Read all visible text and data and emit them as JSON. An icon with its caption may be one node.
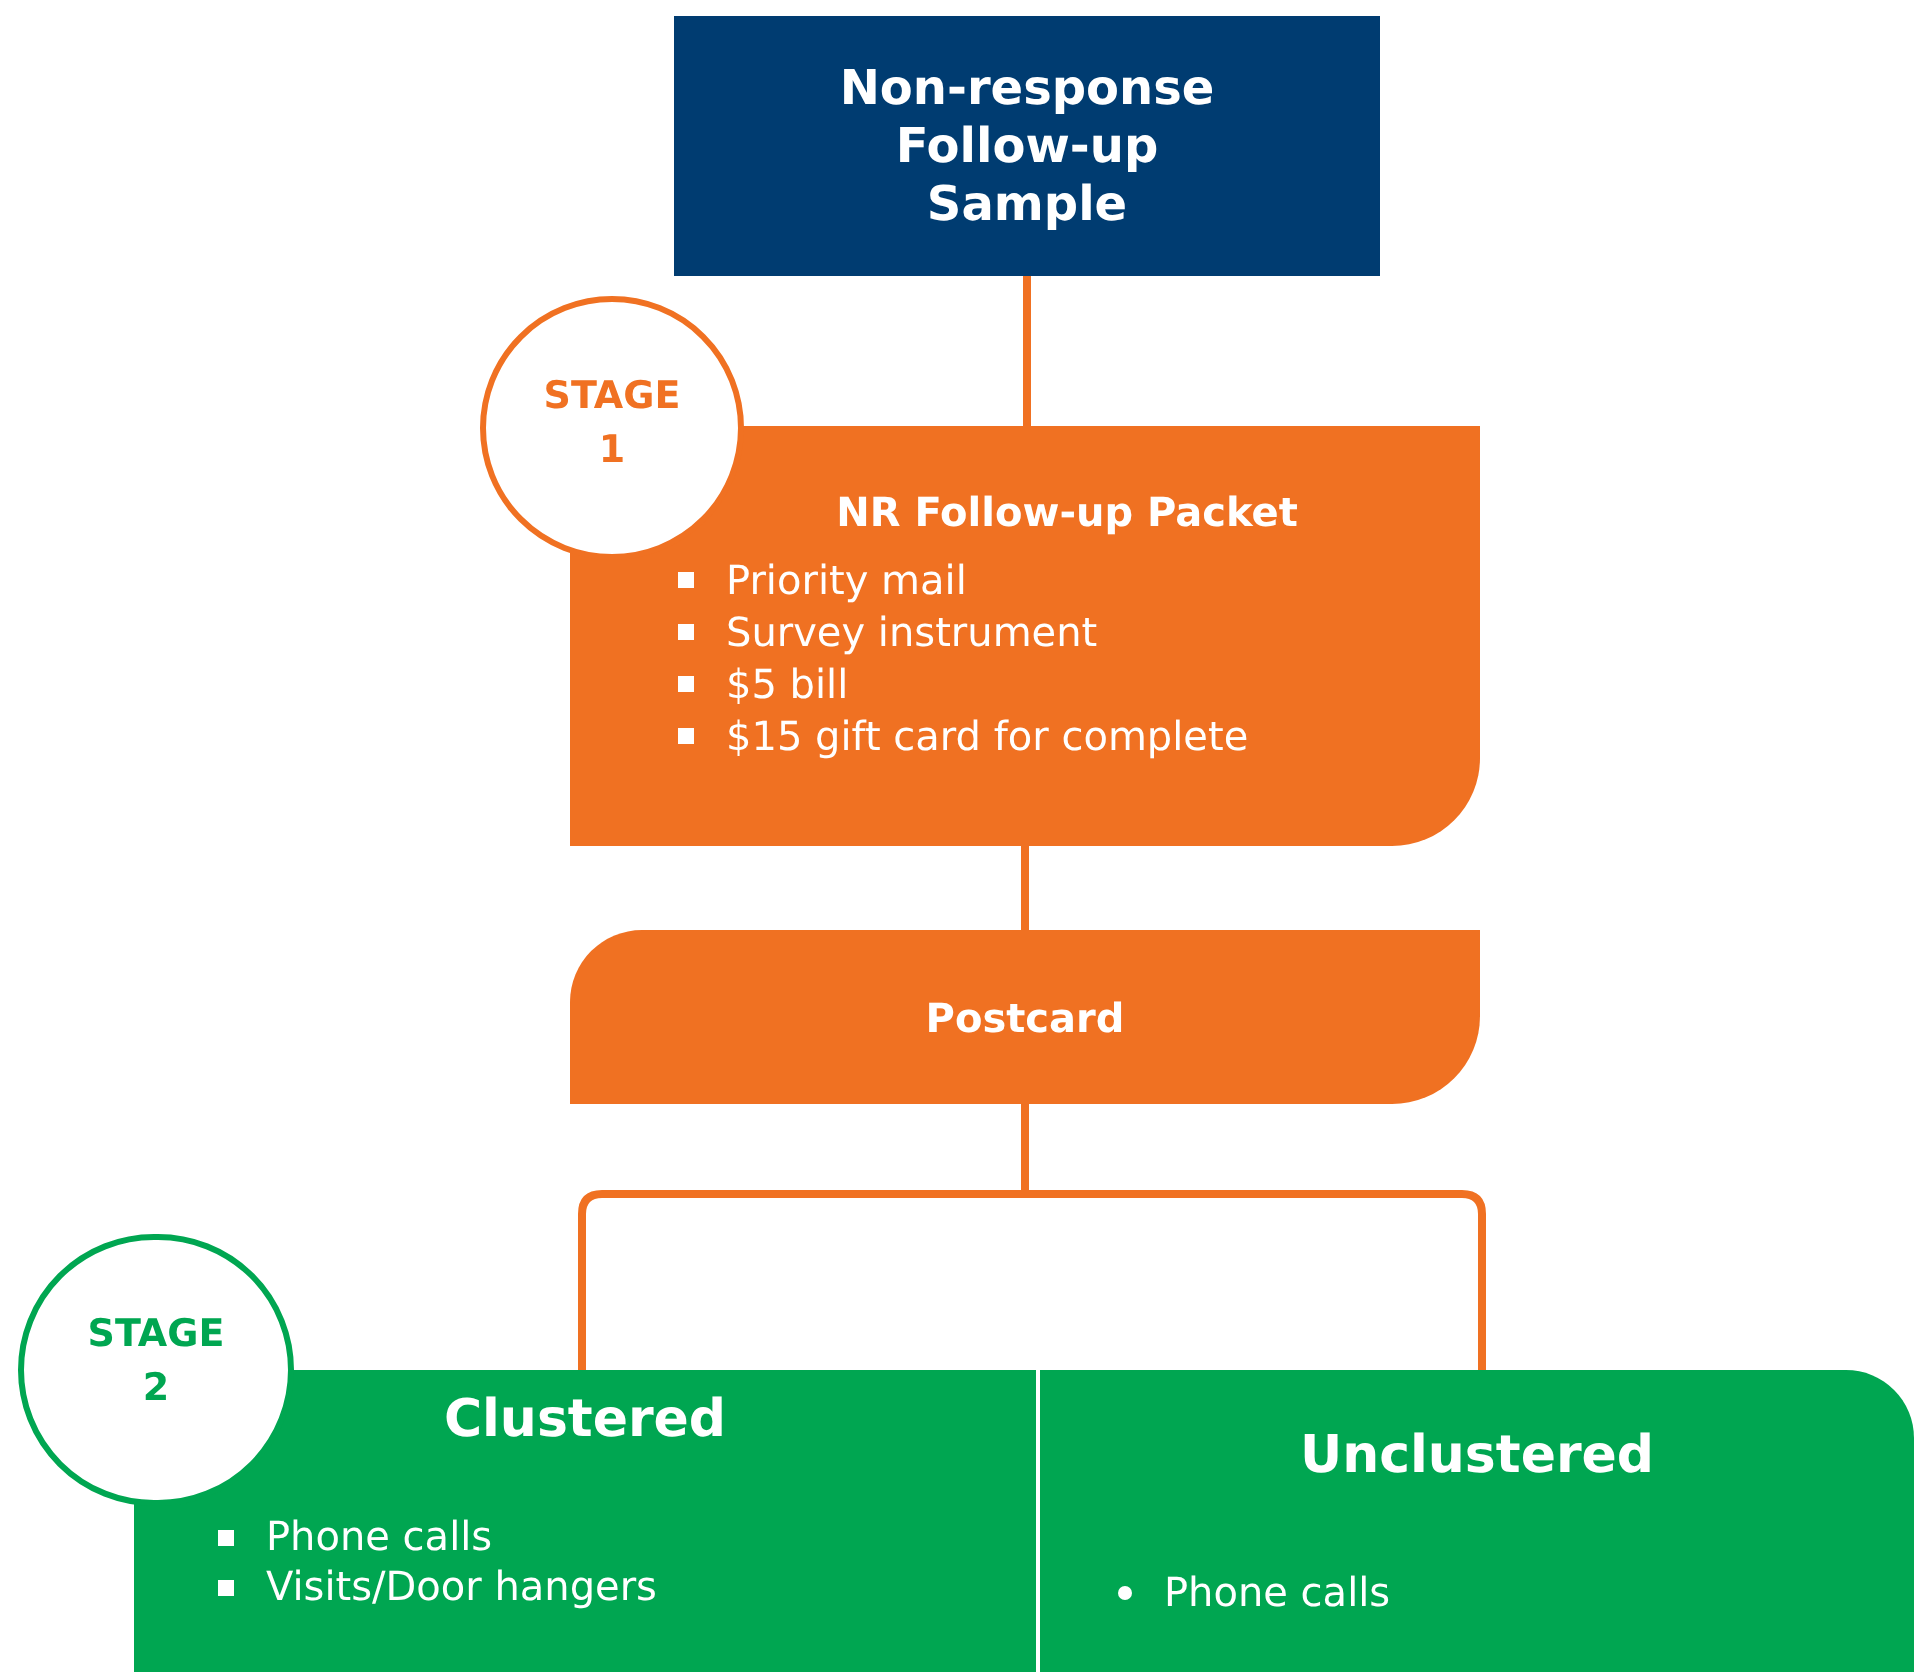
{
  "diagram": {
    "nodes": [
      {
        "text": [
          "Non-response Follow-up Sample"
        ]
      },
      {
        "text": [
          "STAGE 1"
        ]
      },
      {
        "text": [
          "NR Follow-up Packet",
          "Priority mail",
          "Survey instrument",
          "$5 bill",
          "$15 gift card for complete"
        ]
      },
      {
        "text": [
          "Postcard"
        ]
      },
      {
        "text": [
          "STAGE 2"
        ]
      },
      {
        "text": [
          "Clustered",
          "Phone calls",
          "Visits/Door hangers"
        ]
      },
      {
        "text": [
          "Unclustered",
          "Phone calls"
        ]
      }
    ],
    "edges": [
      {
        "from": 0,
        "to": 2,
        "arrow": "none"
      },
      {
        "from": 2,
        "to": 3,
        "arrow": "none"
      },
      {
        "from": 3,
        "to": 5,
        "arrow": "none"
      },
      {
        "from": 3,
        "to": 6,
        "arrow": "none"
      }
    ]
  }
}
